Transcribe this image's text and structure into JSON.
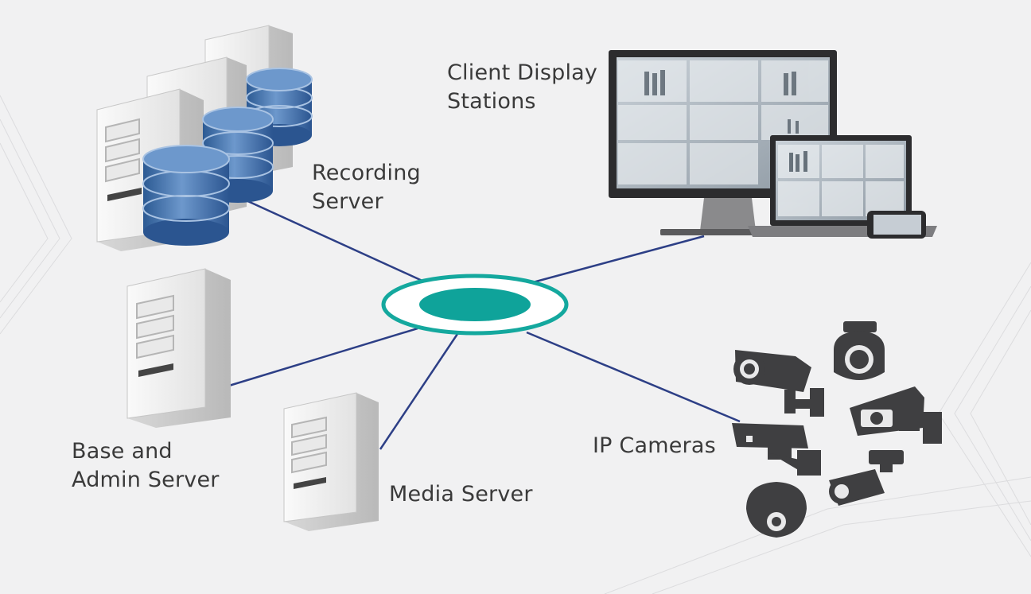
{
  "labels": {
    "recording_server": [
      "Recording",
      "Server"
    ],
    "client_display": [
      "Client Display",
      "Stations"
    ],
    "base_admin": [
      "Base and",
      "Admin Server"
    ],
    "media_server": [
      "Media Server"
    ],
    "ip_cameras": [
      "IP Cameras"
    ]
  },
  "colors": {
    "background": "#f1f1f2",
    "link_line": "#2d3f86",
    "hub_fill": "#0fa39a",
    "hub_ring": "#14a89e",
    "disk_blue": "#3f6fa8",
    "server_white": "#f4f4f4",
    "camera_dark": "#3f3f41",
    "text": "#3a3a3a"
  },
  "icons": {
    "hub": "network-hub-icon",
    "recording": "recording-server-icon",
    "base_admin": "base-admin-server-icon",
    "media": "media-server-icon",
    "display": "client-display-icon",
    "cameras": "ip-camera-icon"
  }
}
